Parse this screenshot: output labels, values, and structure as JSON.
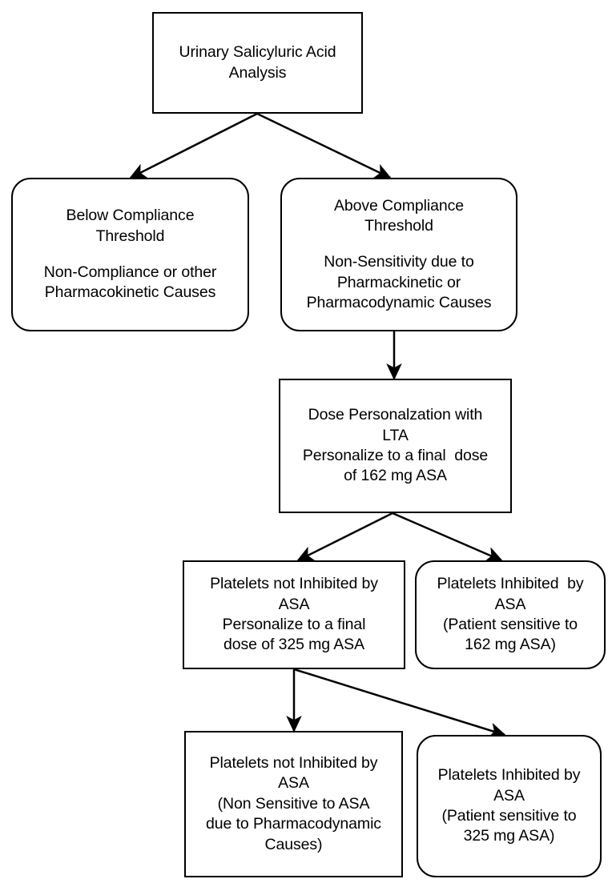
{
  "diagram": {
    "title": "Urinary Salicyluric Acid Analysis decision flowchart",
    "stroke_color": "#000000",
    "fill_color": "#ffffff",
    "nodes": [
      {
        "id": "n1",
        "name": "urinary-salicyluric-acid-analysis",
        "shape": "rectangle",
        "lines": [
          "Urinary Salicyluric Acid",
          "Analysis"
        ]
      },
      {
        "id": "n2",
        "name": "below-compliance-threshold",
        "shape": "rounded-rectangle",
        "lines": [
          "Below Compliance",
          "Threshold",
          "",
          "Non-Compliance or other",
          "Pharmacokinetic Causes"
        ]
      },
      {
        "id": "n3",
        "name": "above-compliance-threshold",
        "shape": "rounded-rectangle",
        "lines": [
          "Above Compliance",
          "Threshold",
          "",
          "Non-Sensitivity due to",
          "Pharmackinetic or",
          "Pharmacodynamic Causes"
        ]
      },
      {
        "id": "n4",
        "name": "dose-personalization-with-lta",
        "shape": "rectangle",
        "lines": [
          "Dose Personalzation with",
          "LTA",
          "Personalize to a final  dose",
          "of 162 mg ASA"
        ]
      },
      {
        "id": "n5",
        "name": "platelets-not-inhibited-162",
        "shape": "rectangle",
        "lines": [
          "Platelets not Inhibited by",
          "ASA",
          "Personalize to a final",
          "dose of 325 mg ASA"
        ]
      },
      {
        "id": "n6",
        "name": "platelets-inhibited-162",
        "shape": "rounded-rectangle",
        "lines": [
          "Platelets Inhibited  by",
          "ASA",
          "(Patient sensitive to",
          "162 mg ASA)"
        ]
      },
      {
        "id": "n7",
        "name": "platelets-not-inhibited-325",
        "shape": "rectangle",
        "lines": [
          "Platelets not Inhibited by",
          "ASA",
          "(Non Sensitive to ASA",
          "due to Pharmacodynamic",
          "Causes)"
        ]
      },
      {
        "id": "n8",
        "name": "platelets-inhibited-325",
        "shape": "rounded-rectangle",
        "lines": [
          "Platelets Inhibited by",
          "ASA",
          "(Patient sensitive to",
          "325 mg ASA)"
        ]
      }
    ],
    "edges": [
      {
        "name": "edge-n1-to-n2",
        "from": "n1",
        "to": "n2",
        "style": "diagonal-arrow"
      },
      {
        "name": "edge-n1-to-n3",
        "from": "n1",
        "to": "n3",
        "style": "diagonal-arrow"
      },
      {
        "name": "edge-n3-to-n4",
        "from": "n3",
        "to": "n4",
        "style": "vertical-arrow"
      },
      {
        "name": "edge-n4-to-n5",
        "from": "n4",
        "to": "n5",
        "style": "diagonal-arrow"
      },
      {
        "name": "edge-n4-to-n6",
        "from": "n4",
        "to": "n6",
        "style": "diagonal-arrow"
      },
      {
        "name": "edge-n5-to-n7",
        "from": "n5",
        "to": "n7",
        "style": "vertical-arrow"
      },
      {
        "name": "edge-n5-to-n8",
        "from": "n5",
        "to": "n8",
        "style": "diagonal-arrow"
      }
    ]
  }
}
